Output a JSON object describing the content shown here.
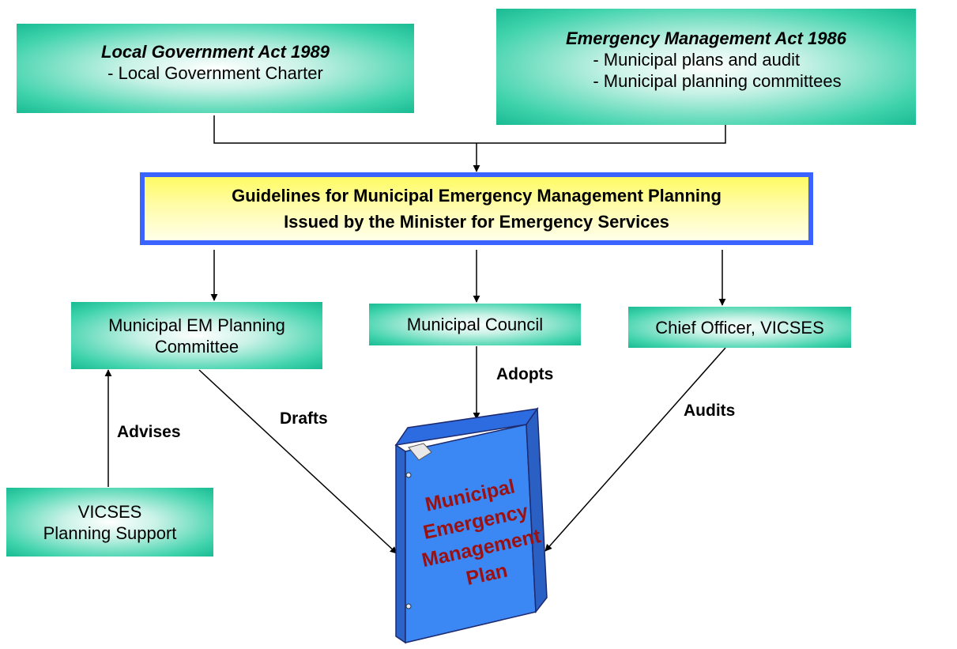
{
  "acts": {
    "local_government": {
      "title": "Local Government Act 1989",
      "lines": [
        "- Local Government Charter"
      ]
    },
    "emergency_management": {
      "title": "Emergency Management Act 1986",
      "lines": [
        "- Municipal plans and audit",
        "- Municipal planning committees"
      ]
    }
  },
  "guidelines": {
    "line1": "Guidelines for Municipal Emergency Management Planning",
    "line2": "Issued by the Minister for Emergency Services"
  },
  "entities": {
    "committee": [
      "Municipal EM Planning",
      "Committee"
    ],
    "council": "Municipal Council",
    "chief_officer": "Chief Officer, VICSES",
    "planning_support": [
      "VICSES",
      "Planning Support"
    ]
  },
  "relations": {
    "drafts": "Drafts",
    "adopts": "Adopts",
    "audits": "Audits",
    "advises": "Advises"
  },
  "plan_binder": {
    "lines": [
      "Municipal",
      "Emergency",
      "Management",
      "Plan"
    ]
  },
  "colors": {
    "box_green": "#40d3ac",
    "guideline_border": "#3a63ff",
    "guideline_fill": "#fffb63",
    "binder_blue": "#3b87f4",
    "binder_text": "#9b1010"
  }
}
